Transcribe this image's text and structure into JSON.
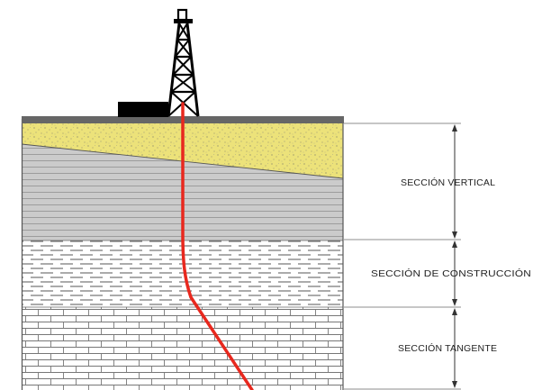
{
  "labels": {
    "vertical": "SECCIÓN VERTICAL",
    "construction": "SECCIÓN DE CONSTRUCCIÓN",
    "tangent": "SECCIÓN TANGENTE"
  },
  "colors": {
    "well_path": "#e8281e",
    "sand": "#ece27a",
    "shale": "#c9c9c9",
    "limestone": "#ffffff",
    "surface": "#666666",
    "rig": "#000000"
  }
}
